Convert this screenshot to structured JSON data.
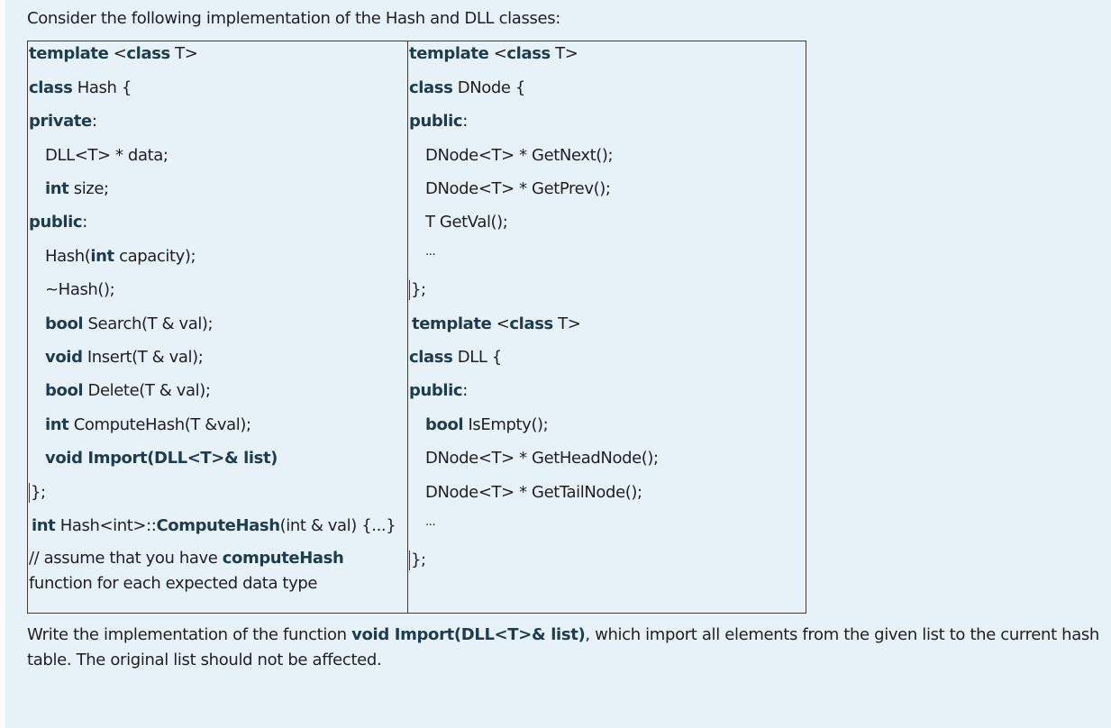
{
  "intro": "Consider the following implementation of the Hash and DLL classes:",
  "left_column": [
    [
      {
        "t": "template",
        "b": 1
      },
      {
        "t": " <"
      },
      {
        "t": "class",
        "b": 1
      },
      {
        "t": " T>"
      }
    ],
    [
      {
        "t": "class",
        "b": 1
      },
      {
        "t": " Hash {"
      }
    ],
    [
      {
        "t": "private",
        "b": 1
      },
      {
        "t": ":"
      }
    ],
    [
      {
        "t": "DLL<T> * data;"
      }
    ],
    [
      {
        "t": "int",
        "b": 1
      },
      {
        "t": " size;"
      }
    ],
    [
      {
        "t": "public",
        "b": 1
      },
      {
        "t": ":"
      }
    ],
    [
      {
        "t": "Hash("
      },
      {
        "t": "int",
        "b": 1
      },
      {
        "t": " capacity);"
      }
    ],
    [
      {
        "t": "~Hash();"
      }
    ],
    [
      {
        "t": "bool",
        "b": 1
      },
      {
        "t": " Search(T & val);"
      }
    ],
    [
      {
        "t": "void",
        "b": 1
      },
      {
        "t": " Insert(T & val);"
      }
    ],
    [
      {
        "t": "bool",
        "b": 1
      },
      {
        "t": " Delete(T & val);"
      }
    ],
    [
      {
        "t": "int",
        "b": 1
      },
      {
        "t": "  ComputeHash(T &val);"
      }
    ],
    [
      {
        "t": "void Import(DLL<T>& list)",
        "b": 1
      }
    ],
    [
      {
        "t": "};"
      }
    ],
    [
      {
        "t": "int",
        "b": 1
      },
      {
        "t": " Hash<int>::"
      },
      {
        "t": "ComputeHash",
        "b": 1
      },
      {
        "t": "(int & val) {...}"
      }
    ],
    [
      {
        "t": "// assume that you have "
      },
      {
        "t": "computeHash",
        "b": 1
      },
      {
        "t": " function for each expected data type"
      }
    ]
  ],
  "right_column": [
    [
      {
        "t": "template",
        "b": 1
      },
      {
        "t": " <"
      },
      {
        "t": "class",
        "b": 1
      },
      {
        "t": " T>"
      }
    ],
    [
      {
        "t": "class",
        "b": 1
      },
      {
        "t": " DNode {"
      }
    ],
    [
      {
        "t": "public",
        "b": 1
      },
      {
        "t": ":"
      }
    ],
    [
      {
        "t": "DNode<T> * GetNext();"
      }
    ],
    [
      {
        "t": "DNode<T> * GetPrev();"
      }
    ],
    [
      {
        "t": "T GetVal();"
      }
    ],
    [
      {
        "t": "..."
      }
    ],
    [
      {
        "t": "};"
      }
    ],
    [
      {
        "t": "template",
        "b": 1
      },
      {
        "t": " <"
      },
      {
        "t": "class",
        "b": 1
      },
      {
        "t": " T>"
      }
    ],
    [
      {
        "t": "class",
        "b": 1
      },
      {
        "t": " DLL {"
      }
    ],
    [
      {
        "t": "public",
        "b": 1
      },
      {
        "t": ":"
      }
    ],
    [
      {
        "t": "bool",
        "b": 1
      },
      {
        "t": " IsEmpty();"
      }
    ],
    [
      {
        "t": "DNode<T> * GetHeadNode();"
      }
    ],
    [
      {
        "t": "DNode<T> * GetTailNode();"
      }
    ],
    [
      {
        "t": "..."
      }
    ],
    [
      {
        "t": "};"
      }
    ]
  ],
  "question": [
    {
      "t": "Write the implementation of the function "
    },
    {
      "t": "void Import(DLL<T>& list)",
      "b": 1
    },
    {
      "t": ", which import all elements from the given list to the current hash table. The original list should not be affected."
    }
  ]
}
